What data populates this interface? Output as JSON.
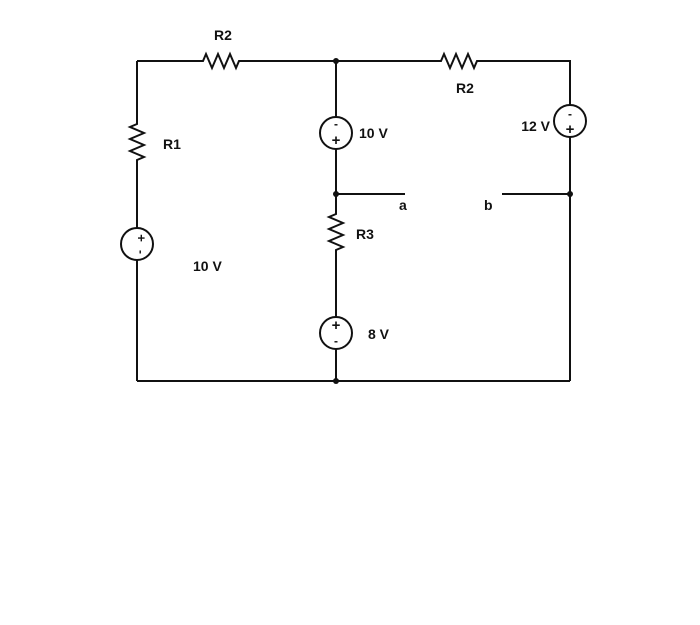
{
  "colors": {
    "wire": "#111111",
    "background": "#ffffff"
  },
  "labels": {
    "r2_top_left": "R2",
    "r2_top_right": "R2",
    "r1": "R1",
    "r3": "R3",
    "v_left": "10 V",
    "v_middle": "10 V",
    "v_right": "12 V",
    "v_bottom": "8 V",
    "terminal_a": "a",
    "terminal_b": "b"
  },
  "signs": {
    "plus": "+",
    "minus": "-"
  }
}
